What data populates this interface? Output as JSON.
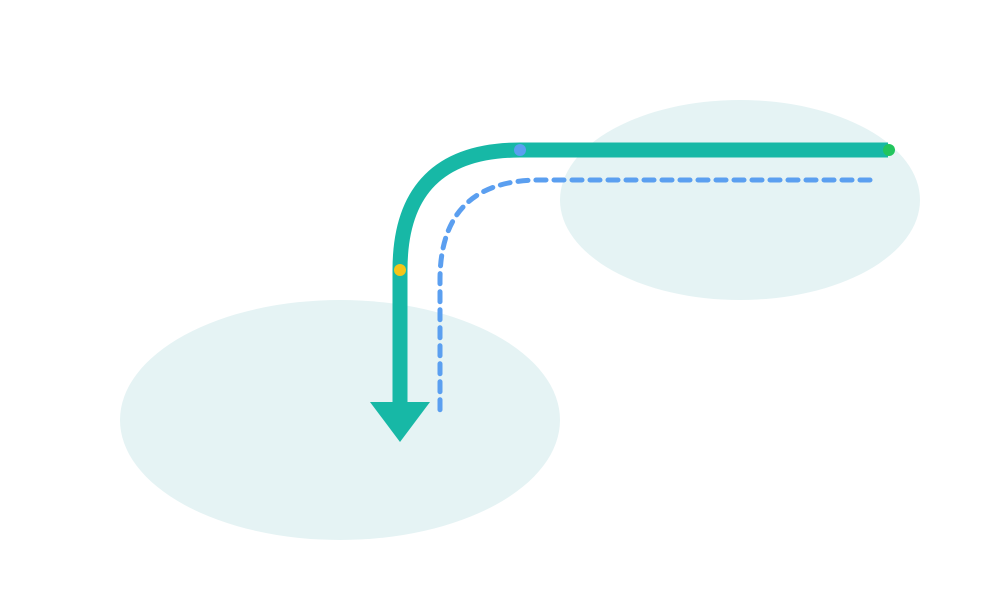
{
  "diagram": {
    "type": "path-flow",
    "colors": {
      "background": "#ffffff",
      "zone_fill": "#e5f3f4",
      "primary_path": "#17b8a6",
      "secondary_path": "#5b9ff0",
      "start_marker": "#22c55e",
      "curve_start_marker": "#5b9ff0",
      "curve_end_marker": "#f5c518"
    },
    "zones": [
      {
        "name": "source-zone"
      },
      {
        "name": "destination-zone"
      }
    ],
    "paths": [
      {
        "name": "primary-path",
        "style": "solid",
        "arrowhead": "down"
      },
      {
        "name": "secondary-path",
        "style": "dashed",
        "arrowhead": "none"
      }
    ],
    "markers": [
      {
        "name": "start-marker"
      },
      {
        "name": "curve-start-marker"
      },
      {
        "name": "curve-end-marker"
      }
    ]
  }
}
